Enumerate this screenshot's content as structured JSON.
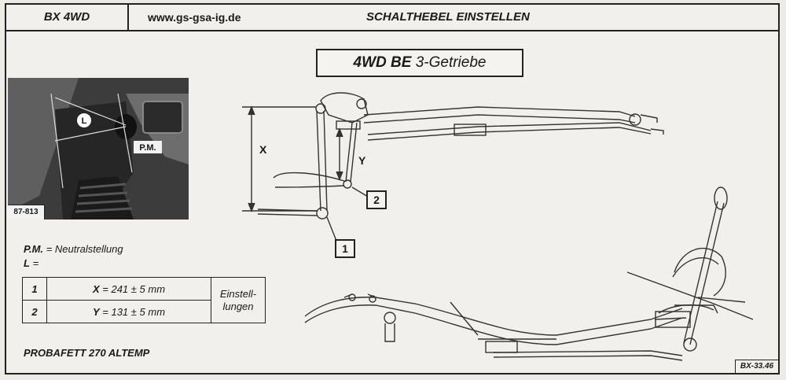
{
  "header": {
    "model": "BX 4WD",
    "website": "www.gs-gsa-ig.de",
    "page_title": "SCHALTHEBEL EINSTELLEN"
  },
  "section": {
    "title_bold": "4WD BE",
    "title_rest": "3-Getriebe"
  },
  "photo": {
    "label_L": "L",
    "label_PM": "P.M.",
    "figure_number": "87-813"
  },
  "legend": {
    "pm_key": "P.M.",
    "pm_value": "= Neutralstellung",
    "l_key": "L",
    "l_value": "="
  },
  "specs": {
    "rows": [
      {
        "index": "1",
        "var": "X",
        "value": "= 241 ± 5 mm"
      },
      {
        "index": "2",
        "var": "Y",
        "value": "= 131 ± 5 mm"
      }
    ],
    "note_line1": "Einstell-",
    "note_line2": "lungen"
  },
  "grease": "PROBAFETT 270 ALTEMP",
  "diagram": {
    "label_x": "X",
    "label_y": "Y",
    "callout_1": "1",
    "callout_2": "2"
  },
  "page_ref": "BX-33.46"
}
